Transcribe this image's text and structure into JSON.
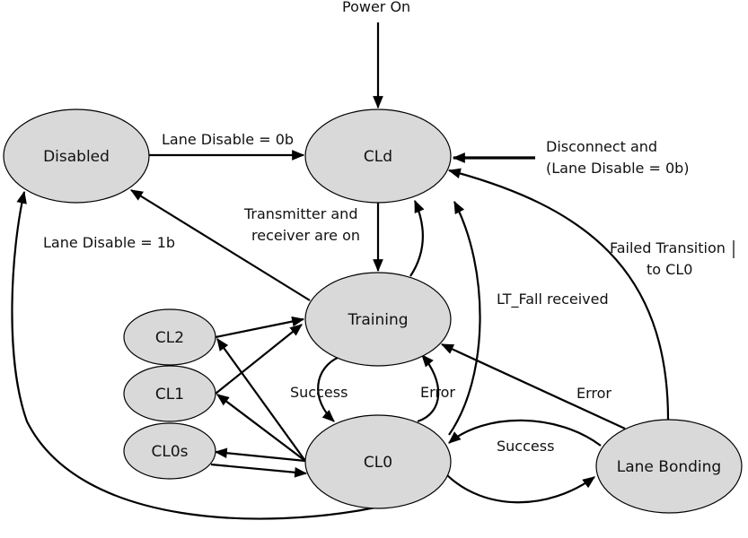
{
  "diagram": {
    "type": "state-machine",
    "states": [
      {
        "id": "disabled",
        "label": "Disabled"
      },
      {
        "id": "cld",
        "label": "CLd"
      },
      {
        "id": "training",
        "label": "Training"
      },
      {
        "id": "cl0",
        "label": "CL0"
      },
      {
        "id": "cl2",
        "label": "CL2"
      },
      {
        "id": "cl1",
        "label": "CL1"
      },
      {
        "id": "cl0s",
        "label": "CL0s"
      },
      {
        "id": "lane_bonding",
        "label": "Lane Bonding"
      }
    ],
    "labels": {
      "power_on": "Power On",
      "lane_disable_0b": "Lane Disable = 0b",
      "disconnect_line1": "Disconnect and",
      "disconnect_line2": "(Lane Disable = 0b)",
      "tx_rx_line1": "Transmitter and",
      "tx_rx_line2": "receiver are on",
      "lane_disable_1b": "Lane Disable = 1b",
      "failed_line1": "Failed Transition",
      "failed_line2": "to CL0",
      "lt_fall": "LT_Fall received",
      "success_train": "Success",
      "error_train": "Error",
      "error_bond": "Error",
      "success_bond": "Success"
    },
    "transitions": [
      {
        "from": "power_on",
        "to": "cld",
        "label": "Power On"
      },
      {
        "from": "disabled",
        "to": "cld",
        "label": "Lane Disable = 0b"
      },
      {
        "from": "external",
        "to": "cld",
        "label": "Disconnect and (Lane Disable = 0b)"
      },
      {
        "from": "cld",
        "to": "training",
        "label": "Transmitter and receiver are on"
      },
      {
        "from": "training",
        "to": "cld",
        "label": ""
      },
      {
        "from": "cl0",
        "to": "cld",
        "label": "LT_Fall received"
      },
      {
        "from": "lane_bonding",
        "to": "cld",
        "label": "Failed Transition to CL0"
      },
      {
        "from": "training",
        "to": "disabled",
        "label": "Lane Disable = 1b"
      },
      {
        "from": "cl0",
        "to": "disabled",
        "label": ""
      },
      {
        "from": "training",
        "to": "cl0",
        "label": "Success"
      },
      {
        "from": "cl0",
        "to": "training",
        "label": "Error"
      },
      {
        "from": "lane_bonding",
        "to": "training",
        "label": "Error"
      },
      {
        "from": "cl0",
        "to": "lane_bonding",
        "label": ""
      },
      {
        "from": "lane_bonding",
        "to": "cl0",
        "label": "Success"
      },
      {
        "from": "cl2",
        "to": "training",
        "label": ""
      },
      {
        "from": "cl1",
        "to": "training",
        "label": ""
      },
      {
        "from": "cl0",
        "to": "cl2",
        "label": ""
      },
      {
        "from": "cl0",
        "to": "cl1",
        "label": ""
      },
      {
        "from": "cl0",
        "to": "cl0s",
        "label": ""
      },
      {
        "from": "cl0s",
        "to": "cl0",
        "label": ""
      }
    ]
  }
}
